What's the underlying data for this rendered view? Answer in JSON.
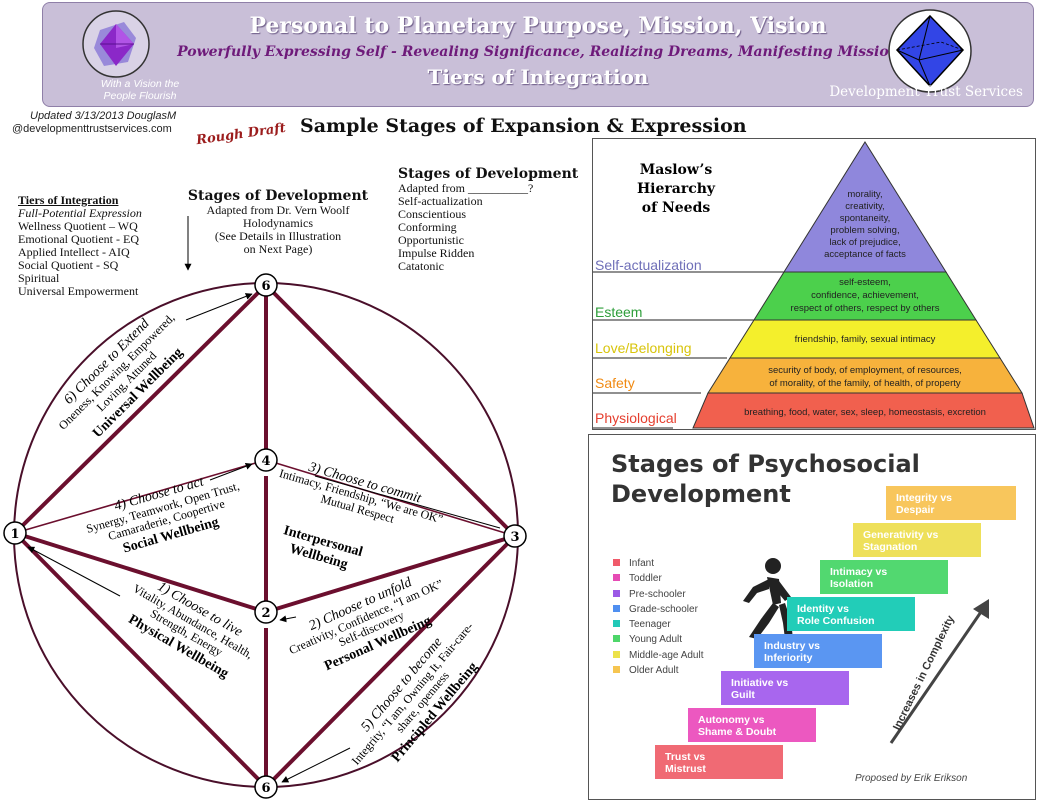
{
  "header": {
    "title": "Personal to Planetary Purpose, Mission, Vision",
    "subtitle": "Powerfully Expressing Self - Revealing Significance, Realizing Dreams, Manifesting Mission",
    "tier_title": "Tiers of Integration",
    "left_logo_caption_1": "With a Vision the",
    "left_logo_caption_2": "People Flourish",
    "right_brand": "Development Trust Services"
  },
  "meta": {
    "updated": "Updated 3/13/2013 DouglasM",
    "email": "@developmenttrustservices.com",
    "rough_draft": "Rough Draft",
    "main_title": "Sample Stages of Expansion & Expression"
  },
  "tiers": {
    "heading": "Tiers of Integration",
    "subheading": "Full-Potential Expression",
    "lines": [
      "Wellness Quotient –  WQ",
      "Emotional Quotient - EQ",
      "Applied Intellect -      AIQ",
      "Social Quotient -       SQ",
      "Spiritual",
      "Universal Empowerment"
    ]
  },
  "stages_left": {
    "heading": "Stages of Development",
    "lines": [
      "Adapted from Dr. Vern Woolf",
      "Holodynamics",
      "(See Details in Illustration",
      "on Next Page)"
    ]
  },
  "stages_right": {
    "heading": "Stages of Development",
    "lines": [
      "Adapted from __________?",
      "Self-actualization",
      "Conscientious",
      "Conforming",
      "Opportunistic",
      "Impulse Ridden",
      "Catatonic"
    ]
  },
  "diagram": {
    "nodes": {
      "n6top": "6",
      "n4": "4",
      "n1": "1",
      "n3": "3",
      "n2": "2",
      "n6bot": "6"
    },
    "s6": {
      "title": "6) Choose to Extend",
      "l1": "Oneness, Knowing, Empowered,",
      "l2": "Loving, Attuned",
      "label": "Universal Wellbeing"
    },
    "s4": {
      "title": "4) Choose to act",
      "l1": "Synergy, Teamwork, Open Trust,",
      "l2": "Camaraderie, Coopertive",
      "label": "Social Wellbeing"
    },
    "s3": {
      "title": "3) Choose to commit",
      "l1": "Intimacy, Friendship, “We are OK”",
      "l2": "Mutual Respect",
      "label1": "Interpersonal",
      "label2": "Wellbeing"
    },
    "s1": {
      "title": "1) Choose to live",
      "l1": "Vitality, Abundance, Health,",
      "l2": "Strength, Energy",
      "label": "Physical Wellbeing"
    },
    "s2": {
      "title": "2) Choose to unfold",
      "l1": "Creativity, Confidence, “I am OK”",
      "l2": "Self-discovery",
      "label": "Personal Wellbeing"
    },
    "s5": {
      "title": "5) Choose to become",
      "l1": "Integrity, “I am, Owning It, Fair-care-",
      "l2": "share, openness",
      "label": "Principled Wellbeing"
    }
  },
  "maslow": {
    "title_1": "Maslow’s Hierarchy",
    "title_2": "of Needs",
    "levels": [
      {
        "name": "Self-actualization",
        "color": "#8f87dc",
        "label_color": "#6f6fb8",
        "lines": [
          "morality,",
          "creativity,",
          "spontaneity,",
          "problem solving,",
          "lack of prejudice,",
          "acceptance of facts"
        ]
      },
      {
        "name": "Esteem",
        "color": "#4cd04c",
        "label_color": "#2e9e3a",
        "lines": [
          "self-esteem,",
          "confidence, achievement,",
          "respect of others, respect by others"
        ]
      },
      {
        "name": "Love/Belonging",
        "color": "#f4ef2c",
        "label_color": "#d8c40a",
        "lines": [
          "friendship, family, sexual intimacy"
        ]
      },
      {
        "name": "Safety",
        "color": "#f7b23c",
        "label_color": "#f08a12",
        "lines": [
          "security of body, of employment, of resources,",
          "of morality, of the family, of health, of property"
        ]
      },
      {
        "name": "Physiological",
        "color": "#f1604e",
        "label_color": "#e53e2e",
        "lines": [
          "breathing, food, water, sex, sleep, homeostasis, excretion"
        ]
      }
    ]
  },
  "erikson": {
    "title_1": "Stages of Psychosocial",
    "title_2": "Development",
    "legend": [
      {
        "label": "Infant",
        "color": "#f05a6a"
      },
      {
        "label": "Toddler",
        "color": "#e64bb4"
      },
      {
        "label": "Pre-schooler",
        "color": "#9b59e6"
      },
      {
        "label": "Grade-schooler",
        "color": "#4f8ff0"
      },
      {
        "label": "Teenager",
        "color": "#22c9b8"
      },
      {
        "label": "Young Adult",
        "color": "#4ed66a"
      },
      {
        "label": "Middle-age Adult",
        "color": "#ece24a"
      },
      {
        "label": "Older Adult",
        "color": "#f6c550"
      }
    ],
    "steps": [
      {
        "l1": "Trust vs",
        "l2": "Mistrust",
        "color": "#f06a74"
      },
      {
        "l1": "Autonomy vs",
        "l2": "Shame & Doubt",
        "color": "#ec58c0"
      },
      {
        "l1": "Initiative vs",
        "l2": "Guilt",
        "color": "#a866ee"
      },
      {
        "l1": "Industry vs",
        "l2": "Inferiority",
        "color": "#5a96f2"
      },
      {
        "l1": "Identity vs",
        "l2": "Role Confusion",
        "color": "#22cdb8"
      },
      {
        "l1": "Intimacy vs",
        "l2": "Isolation",
        "color": "#52d870"
      },
      {
        "l1": "Generativity vs",
        "l2": "Stagnation",
        "color": "#eee05a"
      },
      {
        "l1": "Integrity vs",
        "l2": "Despair",
        "color": "#f8c65c"
      }
    ],
    "arrow_label": "Increases in Complexity",
    "credit": "Proposed by Erik Erikson"
  }
}
